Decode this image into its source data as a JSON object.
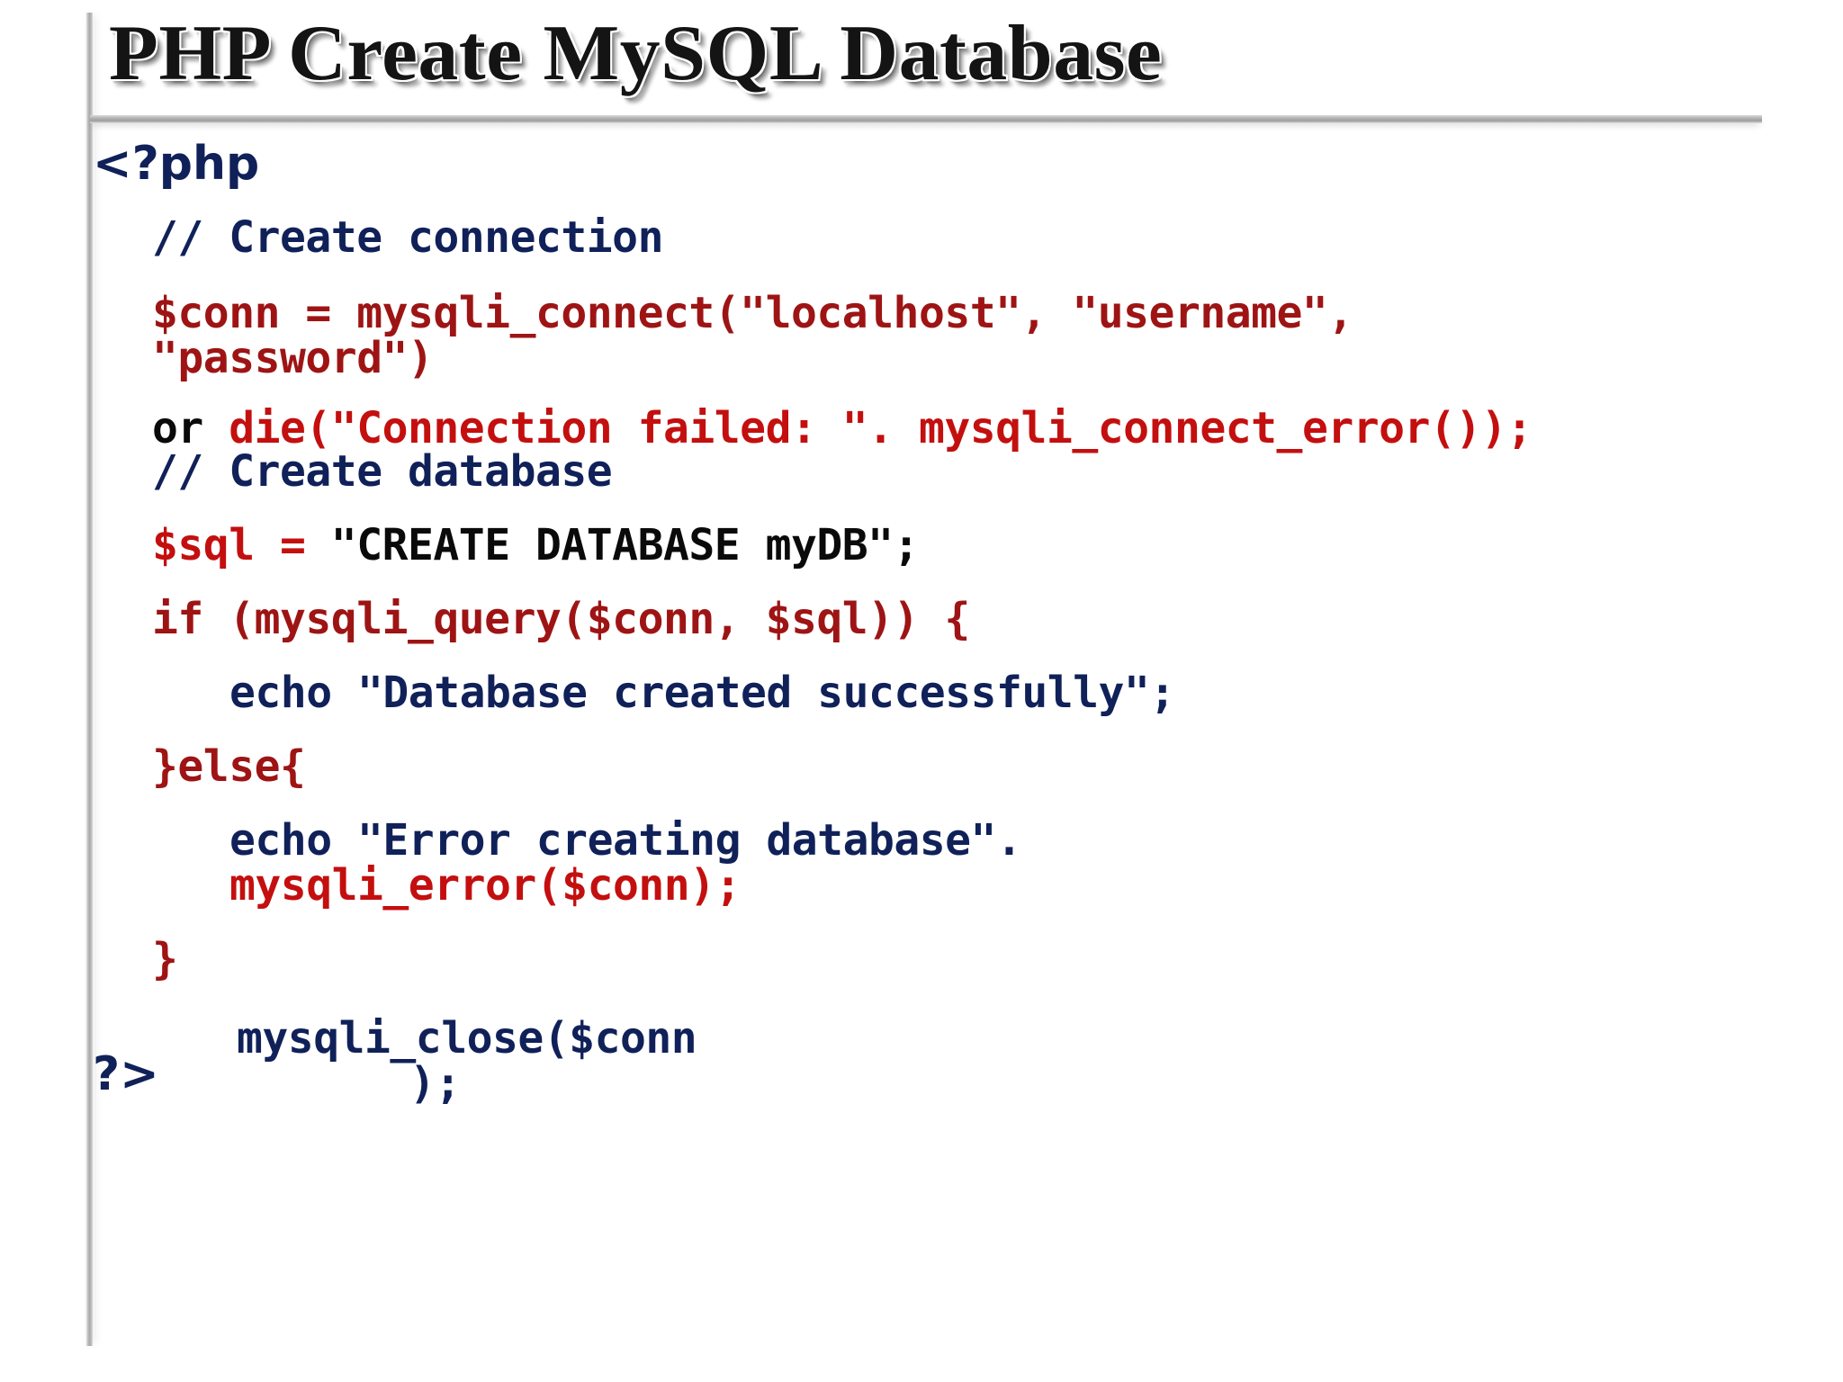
{
  "slide": {
    "title": "PHP Create MySQL Database",
    "colors": {
      "navy": "#102159",
      "dark_red": "#9e1414",
      "bright_red": "#c40f0f",
      "black": "#0a0a0a",
      "rule_gray": "#a8a8a8",
      "background": "#ffffff"
    }
  },
  "code": {
    "language": "php",
    "open_tag": "<?php",
    "close_tag": "?>",
    "comment_create_connection": "// Create connection",
    "conn_assign_line1": "$conn = mysqli_connect(\"localhost\", \"username\",",
    "conn_assign_line2": "\"password\")",
    "or_keyword": "or ",
    "die_call": "die(\"Connection failed: \". mysqli_connect_error());",
    "comment_create_database": "// Create database",
    "sql_var": "$sql = ",
    "sql_value": "\"CREATE DATABASE myDB\";",
    "if_statement": "if (mysqli_query($conn, $sql)) {",
    "echo_success": "echo \"Database created successfully\";",
    "else_statement": "}else{",
    "echo_error": "echo \"Error creating database\".",
    "mysqli_error_call": "mysqli_error($conn);",
    "closing_brace": "}",
    "mysqli_close_part1": "mysqli_close($conn",
    "mysqli_close_part2": ");"
  }
}
